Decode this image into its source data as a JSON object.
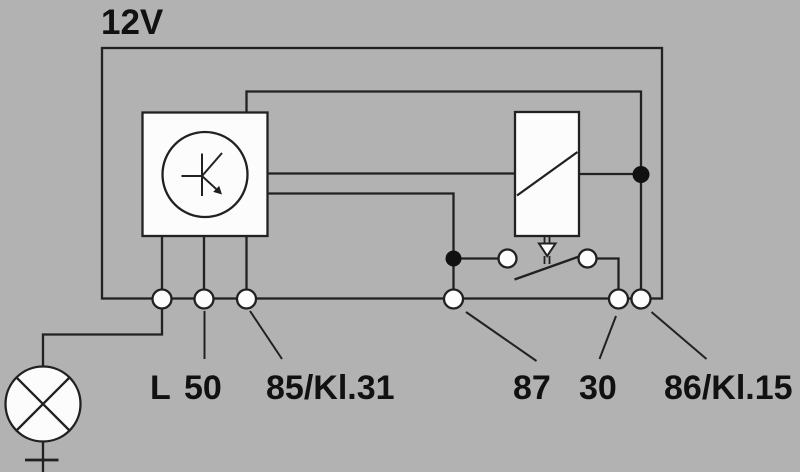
{
  "colors": {
    "background": "#b2b2b2",
    "line": "#212121",
    "component_fill": "#fcfcfc",
    "junction": "#111111",
    "text": "#111111"
  },
  "supply": {
    "label": "12V"
  },
  "terminals": {
    "l": {
      "label": "L"
    },
    "t50": {
      "label": "50"
    },
    "t85": {
      "label": "85/Kl.31"
    },
    "t87": {
      "label": "87"
    },
    "t30": {
      "label": "30"
    },
    "t86": {
      "label": "86/Kl.15"
    }
  },
  "icons": {
    "timer": "timer-clock-icon",
    "coil": "relay-coil-icon",
    "switch": "relay-contact-icon",
    "lamp": "indicator-lamp-icon",
    "ground": "ground-icon"
  }
}
